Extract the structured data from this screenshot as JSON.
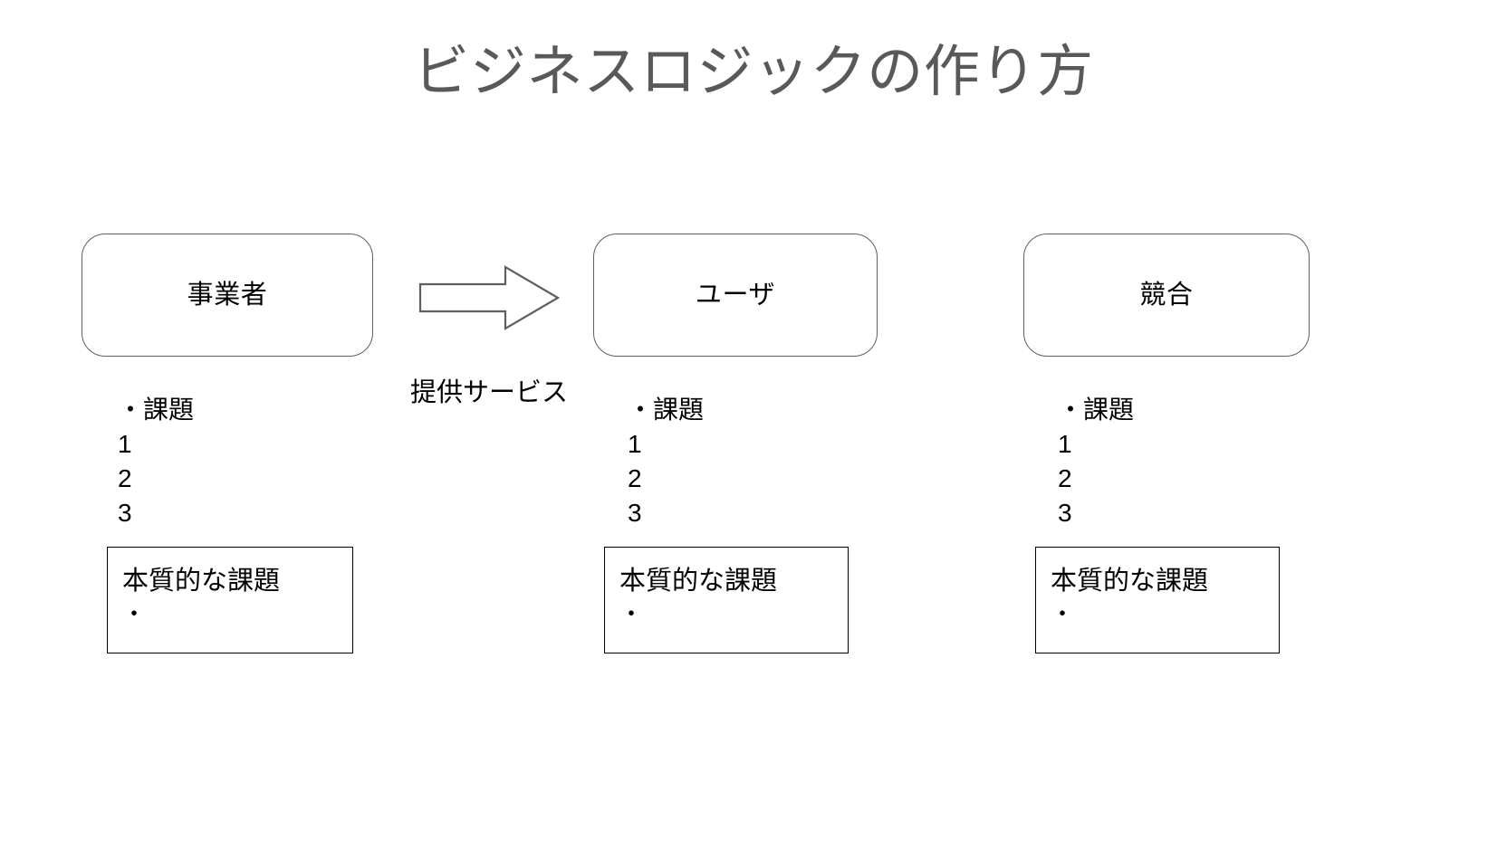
{
  "slide": {
    "title": "ビジネスロジックの作り方",
    "title_color": "#595959",
    "background_color": "#ffffff"
  },
  "flow": {
    "arrow_icon": "block-arrow-right-icon",
    "arrow_label": "提供サービス",
    "arrow_stroke_color": "#5f5f5f"
  },
  "columns": [
    {
      "actor": "事業者",
      "issue_heading": "・課題",
      "issue_numbers": [
        "1",
        "2",
        "3"
      ],
      "essential": {
        "title": "本質的な課題",
        "bullet": "・"
      }
    },
    {
      "actor": "ユーザ",
      "issue_heading": "・課題",
      "issue_numbers": [
        "1",
        "2",
        "3"
      ],
      "essential": {
        "title": "本質的な課題",
        "bullet": "・"
      }
    },
    {
      "actor": "競合",
      "issue_heading": "・課題",
      "issue_numbers": [
        "1",
        "2",
        "3"
      ],
      "essential": {
        "title": "本質的な課題",
        "bullet": "・"
      }
    }
  ]
}
